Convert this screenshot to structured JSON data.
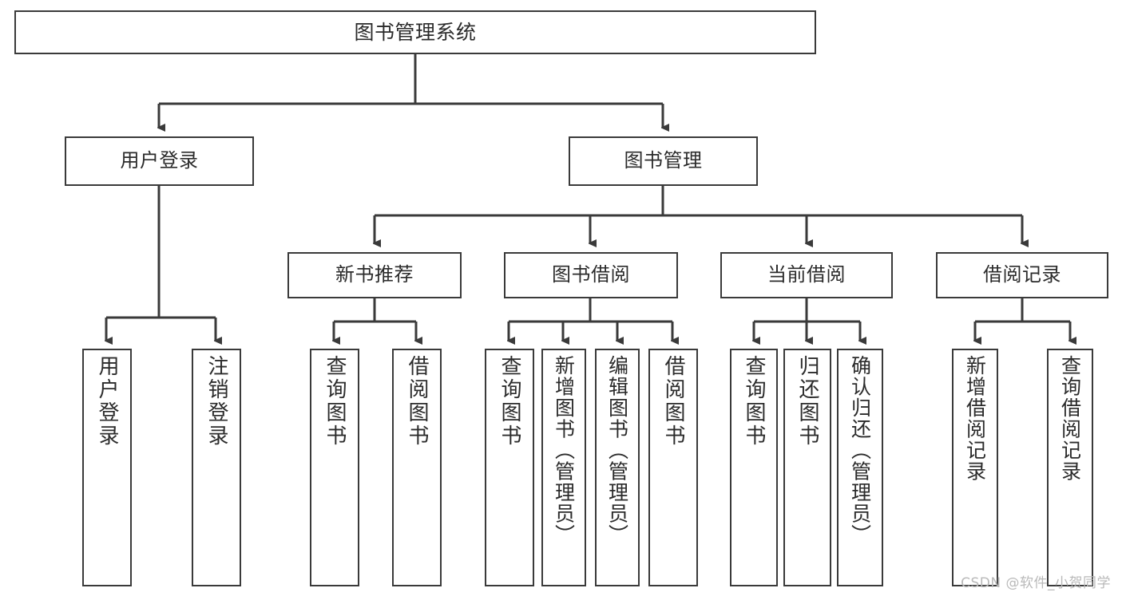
{
  "diagram": {
    "title": "图书管理系统",
    "type": "功能结构图",
    "watermark": "CSDN @软件_小贺同学",
    "colors": {
      "background": "#ffffff",
      "box_border": "#3a3a3a",
      "box_fill": "#ffffff",
      "connector": "#3a3a3a",
      "text": "#2b2b2b",
      "watermark": "#b9b9b9"
    },
    "root": {
      "label": "图书管理系统"
    },
    "level2": [
      {
        "label": "用户登录"
      },
      {
        "label": "图书管理"
      }
    ],
    "level3": [
      {
        "label": "新书推荐"
      },
      {
        "label": "图书借阅"
      },
      {
        "label": "当前借阅"
      },
      {
        "label": "借阅记录"
      }
    ],
    "leaves": {
      "user_login": [
        {
          "label": "用户登录"
        },
        {
          "label": "注销登录"
        }
      ],
      "new_book": [
        {
          "label": "查询图书"
        },
        {
          "label": "借阅图书"
        }
      ],
      "book_borrow": [
        {
          "label": "查询图书"
        },
        {
          "label": "新增图书（管理员）"
        },
        {
          "label": "编辑图书（管理员）"
        },
        {
          "label": "借阅图书"
        }
      ],
      "current_borrow": [
        {
          "label": "查询图书"
        },
        {
          "label": "归还图书"
        },
        {
          "label": "确认归还（管理员）"
        }
      ],
      "borrow_record": [
        {
          "label": "新增借阅记录"
        },
        {
          "label": "查询借阅记录"
        }
      ]
    }
  }
}
